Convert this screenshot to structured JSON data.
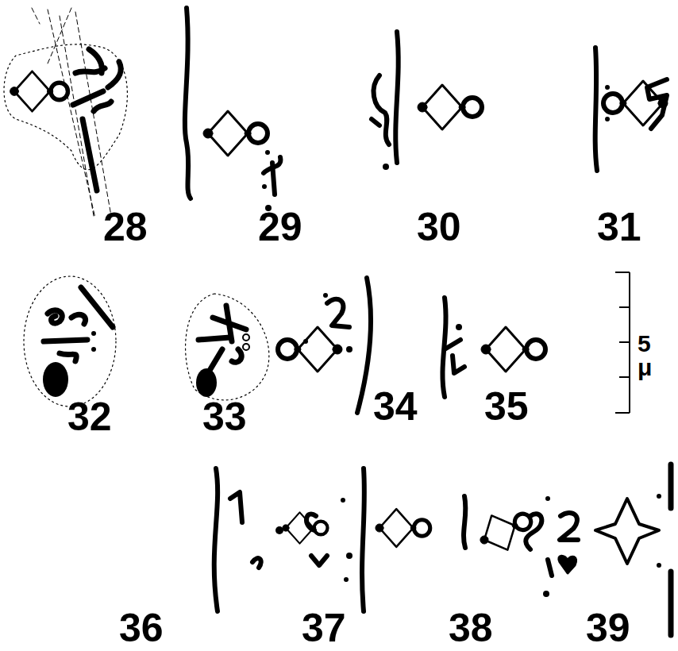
{
  "diagram": {
    "labels": [
      "28",
      "29",
      "30",
      "31",
      "32",
      "33",
      "34",
      "35",
      "36",
      "37",
      "38",
      "39",
      "5",
      "μ"
    ]
  }
}
